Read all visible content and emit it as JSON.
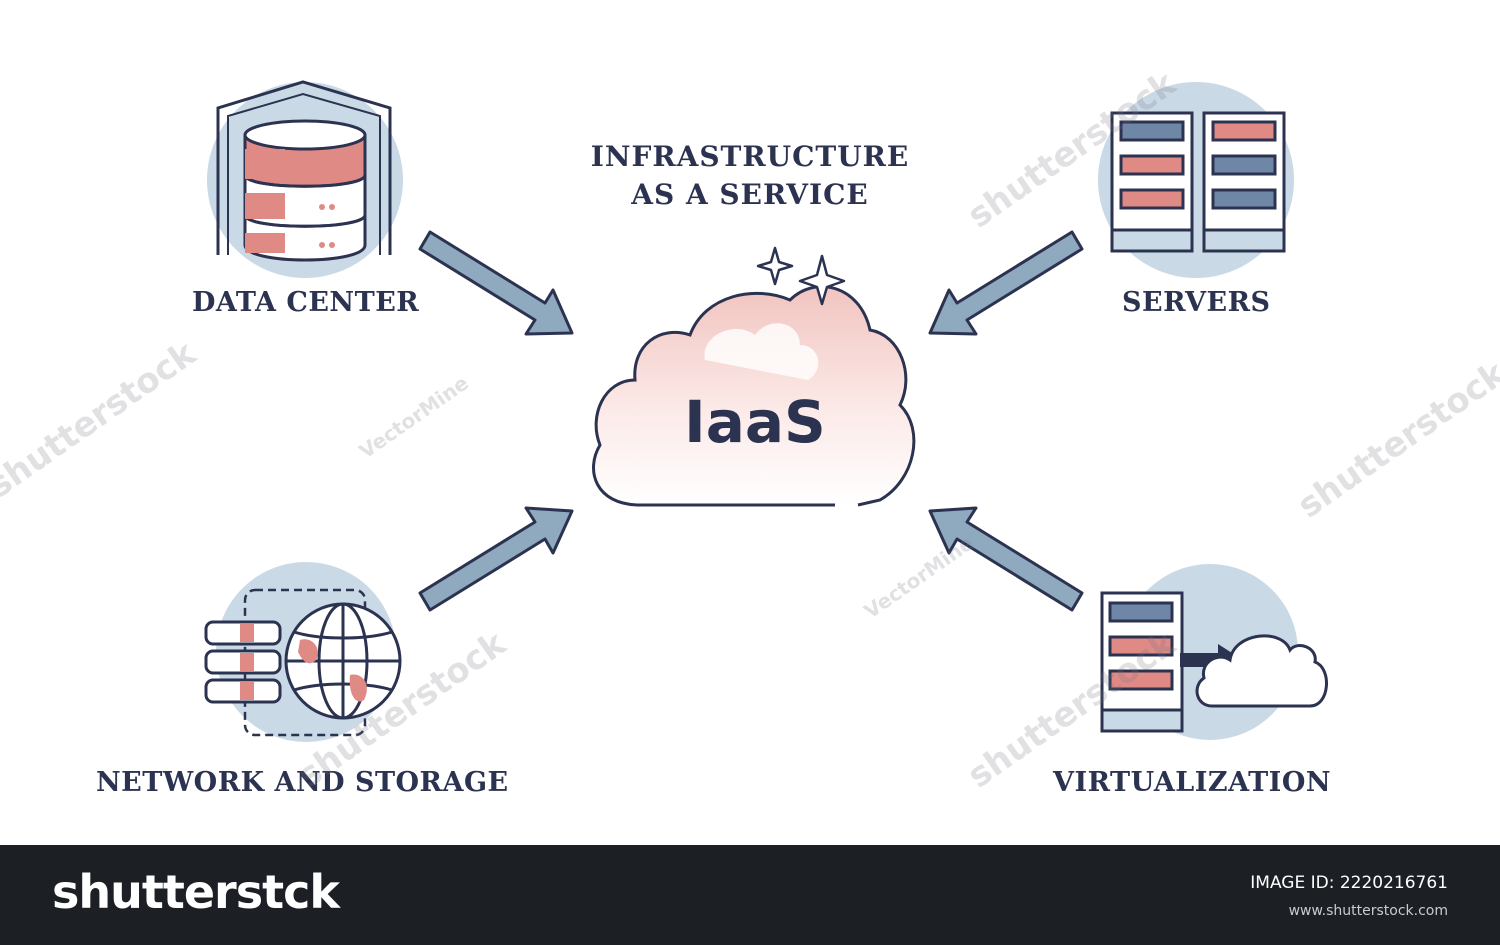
{
  "title": {
    "line1": "INFRASTRUCTURE",
    "line2": "AS A SERVICE"
  },
  "center": {
    "label": "IaaS",
    "icon": "cloud-icon"
  },
  "nodes": [
    {
      "id": "data-center",
      "label": "DATA CENTER",
      "icon": "database-icon"
    },
    {
      "id": "servers",
      "label": "SERVERS",
      "icon": "server-rack-icon"
    },
    {
      "id": "network-storage",
      "label": "NETWORK AND STORAGE",
      "icon": "globe-storage-icon"
    },
    {
      "id": "virtualization",
      "label": "VIRTUALIZATION",
      "icon": "server-to-cloud-icon"
    }
  ],
  "watermarks": {
    "brand": "shutterstock",
    "author": "VectorMine"
  },
  "footer": {
    "logo": "shutterstck",
    "image_id": "IMAGE ID: 2220216761",
    "url": "www.shutterstock.com"
  },
  "colors": {
    "ink": "#2c3350",
    "accent_blue": "#c9d9e6",
    "accent_pink": "#e08a86",
    "arrow_fill": "#8fa9bf",
    "footer_bg": "#1c1f24"
  }
}
